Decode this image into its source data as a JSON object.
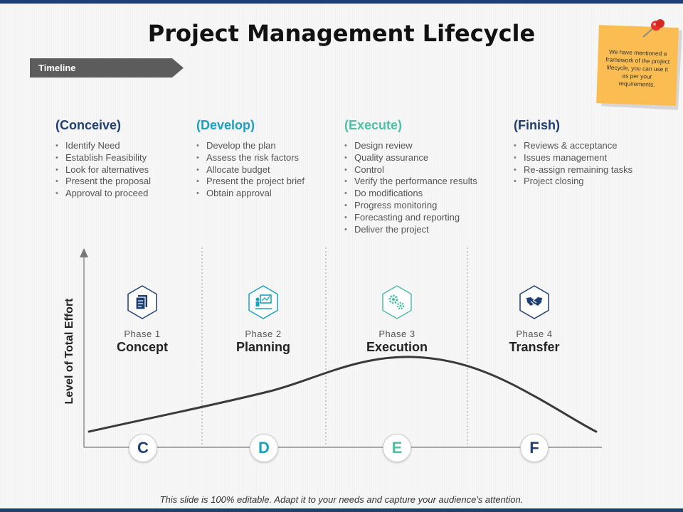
{
  "title": "Project Management Lifecycle",
  "timeline_label": "Timeline",
  "note_text": "We have mentioned a framework of the project lifecycle, you can use it as per your requirements.",
  "columns": [
    {
      "heading": "(Conceive)",
      "color": "#1f3f73",
      "items": [
        "Identify Need",
        "Establish Feasibility",
        "Look for alternatives",
        "Present the proposal",
        "Approval to proceed"
      ]
    },
    {
      "heading": "(Develop)",
      "color": "#1aa0c0",
      "items": [
        "Develop the plan",
        "Assess the risk factors",
        "Allocate budget",
        "Present the project brief",
        "Obtain approval"
      ]
    },
    {
      "heading": "(Execute)",
      "color": "#4fbfa5",
      "items": [
        "Design review",
        "Quality assurance",
        "Control",
        "Verify the performance results",
        "Do modifications",
        "Progress monitoring",
        "Forecasting and reporting",
        "Deliver the project"
      ]
    },
    {
      "heading": "(Finish)",
      "color": "#1f3f73",
      "items": [
        "Reviews & acceptance",
        "Issues management",
        "Re-assign remaining tasks",
        "Project closing"
      ]
    }
  ],
  "phases": [
    {
      "label": "Phase  1",
      "name": "Concept",
      "icon": "document-icon",
      "color": "#1f3f73",
      "letter": "C"
    },
    {
      "label": "Phase  2",
      "name": "Planning",
      "icon": "presentation-icon",
      "color": "#1aa0c0",
      "letter": "D"
    },
    {
      "label": "Phase  3",
      "name": "Execution",
      "icon": "gears-icon",
      "color": "#4fbfa5",
      "letter": "E"
    },
    {
      "label": "Phase  4",
      "name": "Transfer",
      "icon": "handshake-icon",
      "color": "#1f3f73",
      "letter": "F"
    }
  ],
  "axis_label": "Level of Total Effort",
  "footer": "This slide is 100% editable. Adapt it to your needs and capture your audience's  attention."
}
